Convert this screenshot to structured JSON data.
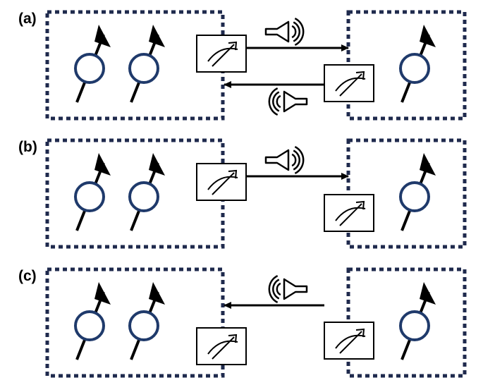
{
  "colors": {
    "box_border": "#1f2a4d",
    "spin_circle": "#1f3a6b",
    "ink": "#000000",
    "background": "#ffffff"
  },
  "icons": {
    "spin": "spin-qubit-icon",
    "meter": "measurement-meter-icon",
    "speaker": "loudspeaker-icon"
  },
  "panels": [
    {
      "label": "(a)",
      "left_node_spins": 2,
      "right_node_spins": 1,
      "links": [
        {
          "direction": "left-to-right",
          "signal": "speaker-right"
        },
        {
          "direction": "right-to-left",
          "signal": "speaker-left"
        }
      ]
    },
    {
      "label": "(b)",
      "left_node_spins": 2,
      "right_node_spins": 1,
      "links": [
        {
          "direction": "left-to-right",
          "signal": "speaker-right"
        }
      ]
    },
    {
      "label": "(c)",
      "left_node_spins": 2,
      "right_node_spins": 1,
      "links": [
        {
          "direction": "right-to-left",
          "signal": "speaker-left"
        }
      ]
    }
  ]
}
